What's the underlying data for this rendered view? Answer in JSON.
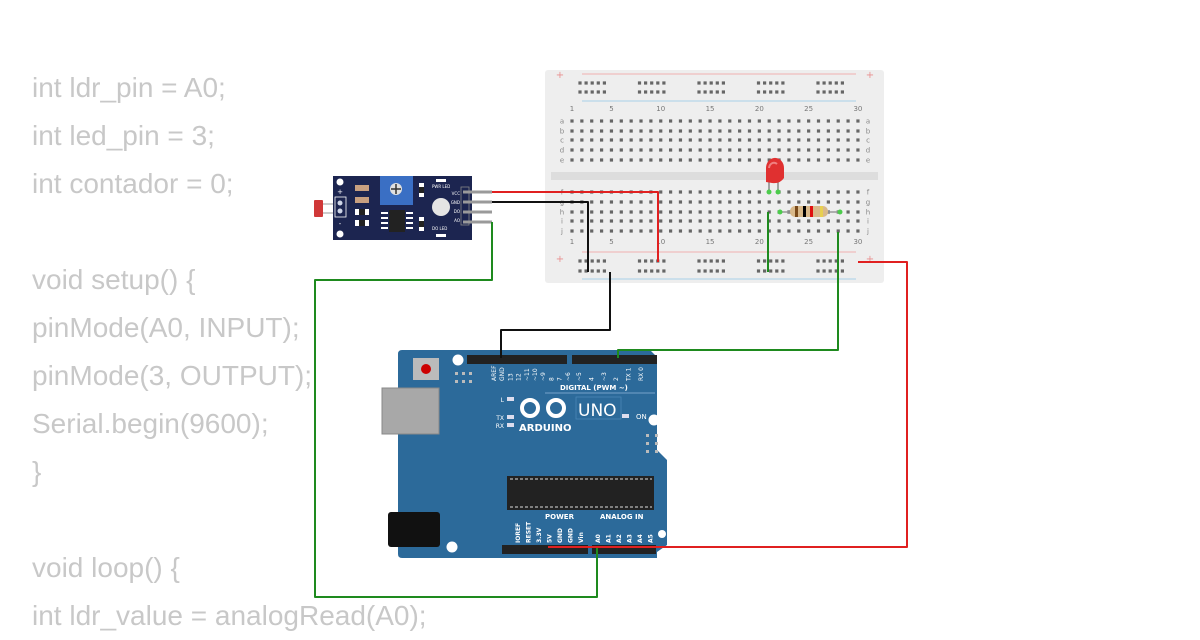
{
  "code_lines": [
    "int ldr_pin = A0;",
    "int led_pin = 3;",
    "int contador = 0;",
    "",
    "void setup() {",
    "pinMode(A0, INPUT);",
    "pinMode(3, OUTPUT);",
    "Serial.begin(9600);",
    "}",
    "",
    "void loop() {",
    "int ldr_value = analogRead(A0);"
  ],
  "sensor": {
    "pins": [
      "VCC",
      "GND",
      "DO",
      "AO"
    ],
    "led_labels": [
      "PWR LED",
      "DO LED"
    ],
    "plus": "+",
    "minus": "-"
  },
  "breadboard": {
    "column_numbers": [
      "1",
      "5",
      "10",
      "15",
      "20",
      "25",
      "30"
    ],
    "rows_top": [
      "a",
      "b",
      "c",
      "d",
      "e"
    ],
    "rows_bottom": [
      "f",
      "g",
      "h",
      "i",
      "j"
    ],
    "rail_plus": "+"
  },
  "arduino": {
    "brand": "ARDUINO",
    "model": "UNO",
    "digital_header": "DIGITAL (PWM ~)",
    "digital_pins": [
      "AREF",
      "GND",
      "13",
      "12",
      "~11",
      "~10",
      "~9",
      "8",
      "7",
      "~6",
      "~5",
      "4",
      "~3",
      "2",
      "TX 1",
      "RX 0"
    ],
    "power_header": "POWER",
    "power_pins": [
      "IOREF",
      "RESET",
      "3.3V",
      "5V",
      "GND",
      "GND",
      "Vin"
    ],
    "analog_header": "ANALOG IN",
    "analog_pins": [
      "A0",
      "A1",
      "A2",
      "A3",
      "A4",
      "A5"
    ],
    "led_l": "L",
    "led_tx": "TX",
    "led_rx": "RX",
    "led_on": "ON"
  },
  "colors": {
    "board": "#2c6a9a",
    "sensor": "#1c2550",
    "wire_red": "#e02020",
    "wire_black": "#111111",
    "wire_green": "#1e8a1e",
    "code_text": "#c8c8c8"
  }
}
